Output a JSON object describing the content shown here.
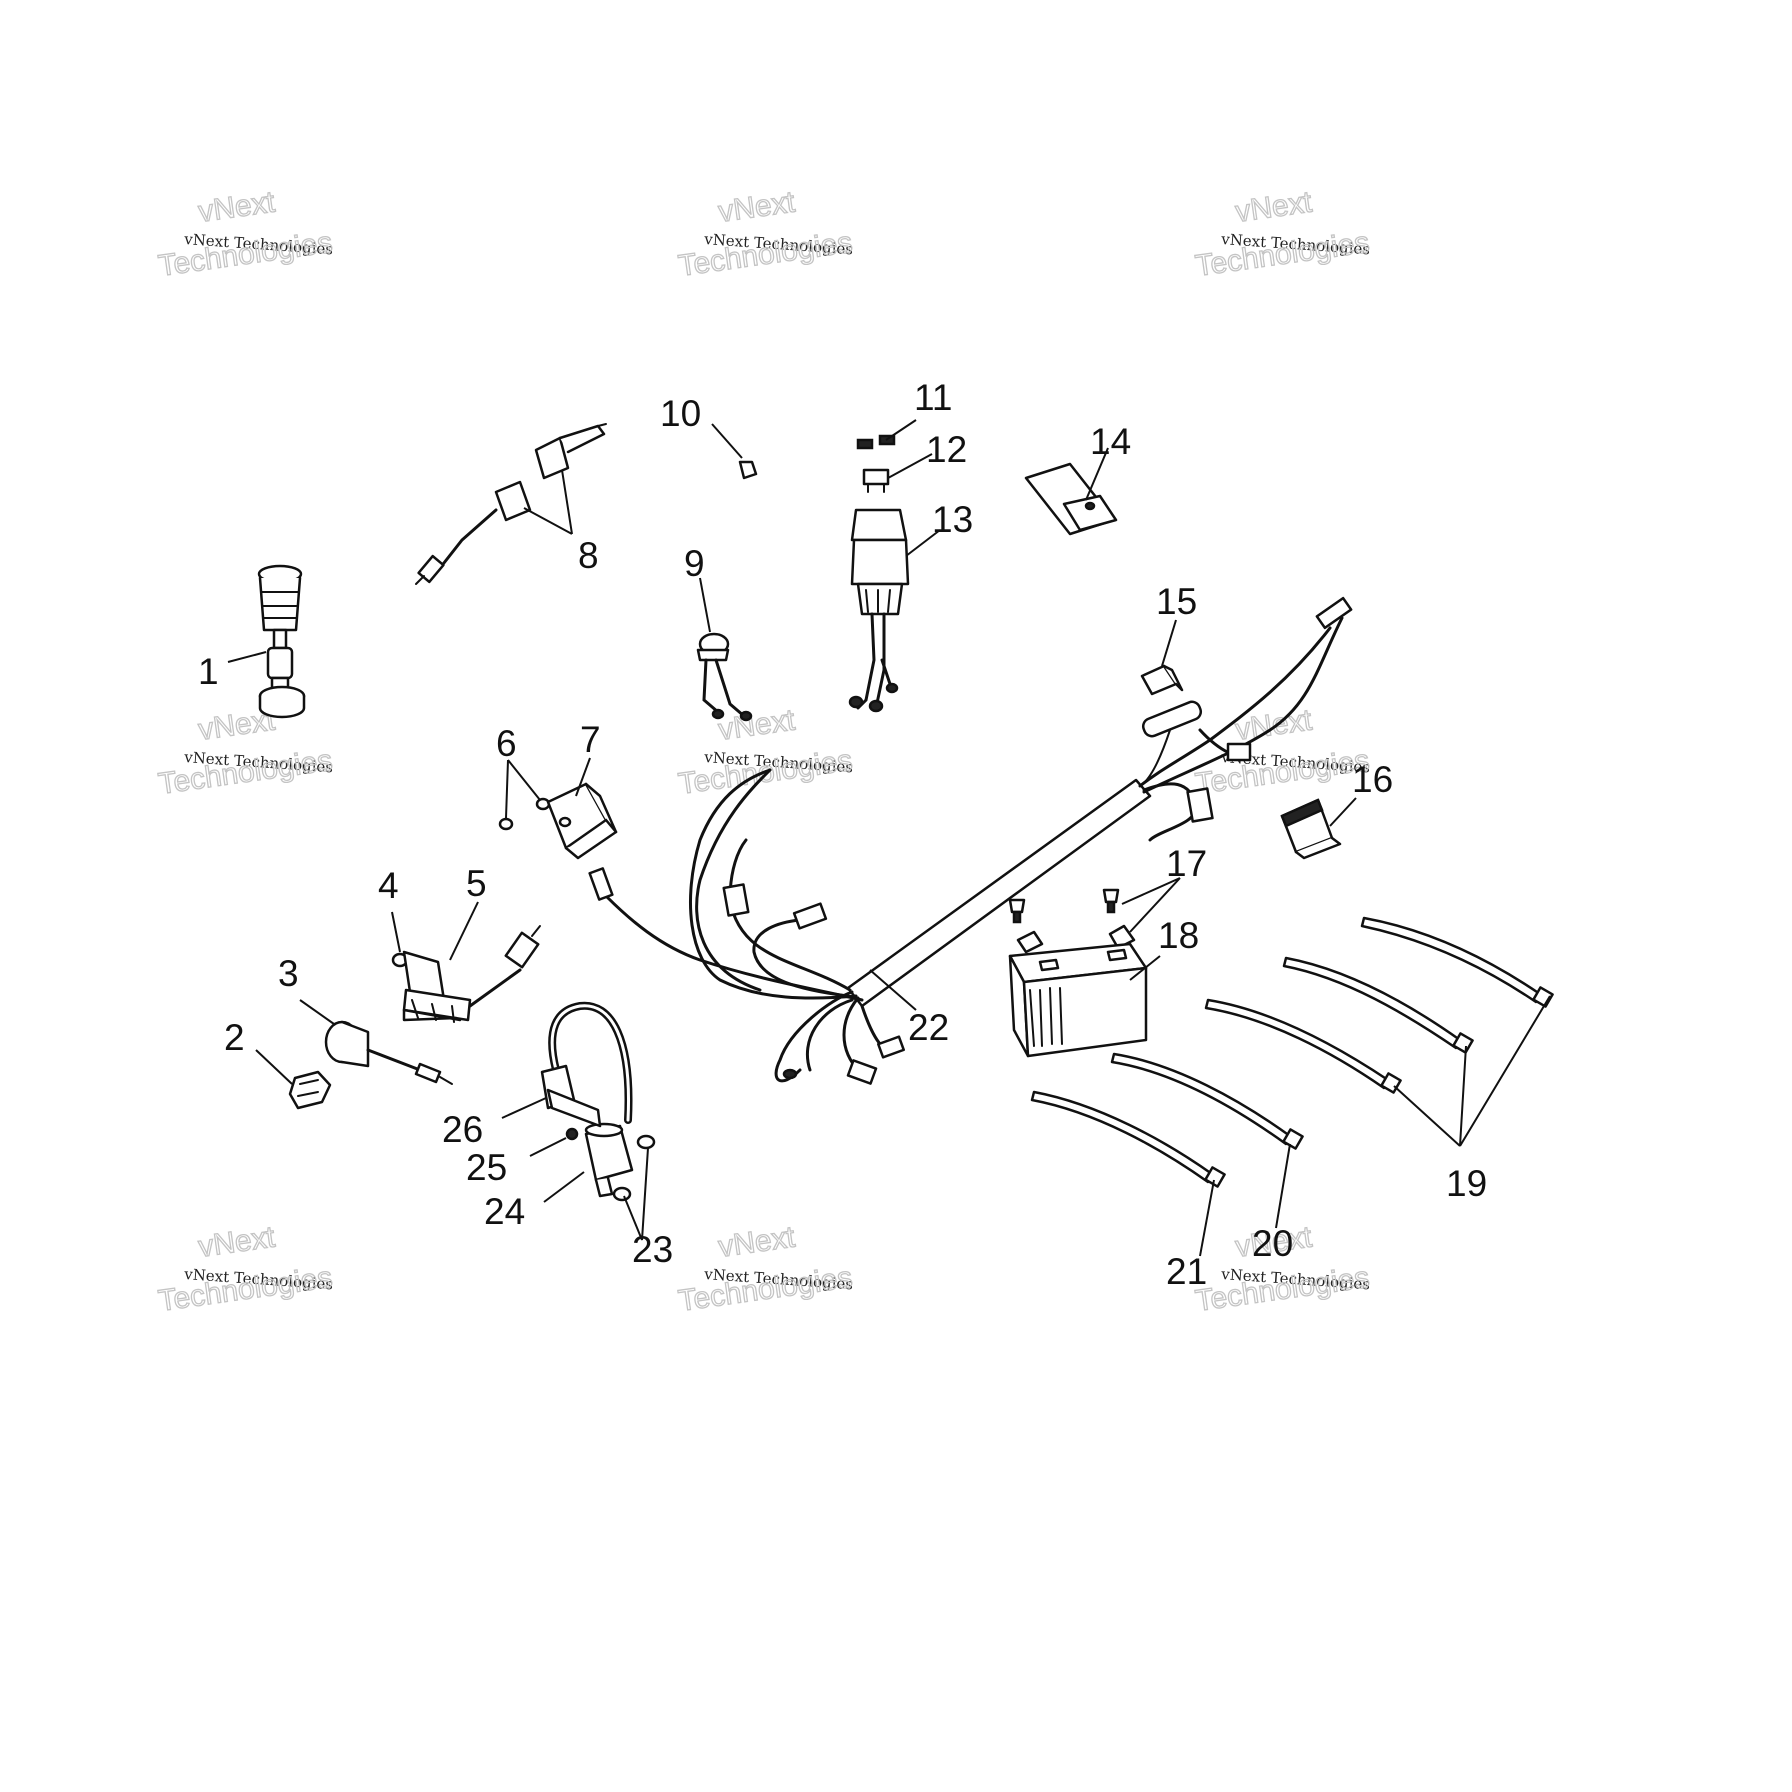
{
  "watermark": {
    "short": "vNext",
    "full": "vNext Technologies",
    "word": "Technologies"
  },
  "callouts": [
    "1",
    "2",
    "3",
    "4",
    "5",
    "6",
    "7",
    "8",
    "9",
    "10",
    "11",
    "12",
    "13",
    "14",
    "15",
    "16",
    "17",
    "18",
    "19",
    "20",
    "21",
    "22",
    "23",
    "24",
    "25",
    "26"
  ]
}
